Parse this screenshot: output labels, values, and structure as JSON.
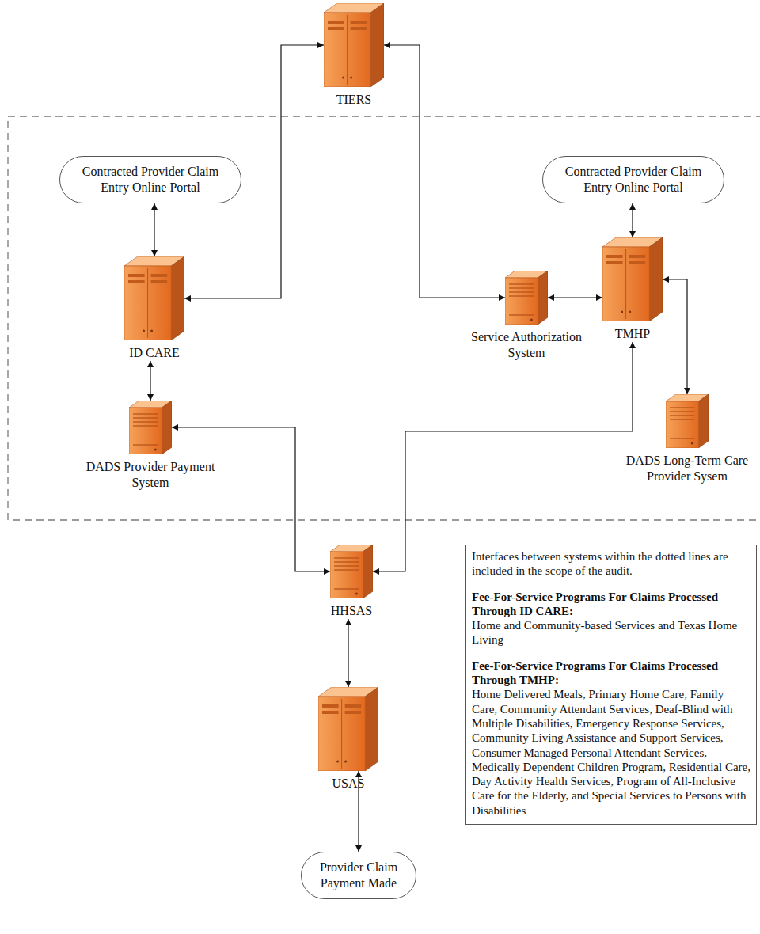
{
  "diagram": {
    "nodes": [
      {
        "text": [
          "TIERS"
        ]
      },
      {
        "text": [
          "Contracted Provider Claim Entry Online Portal"
        ]
      },
      {
        "text": [
          "Contracted Provider Claim Entry Online Portal"
        ]
      },
      {
        "text": [
          "ID CARE"
        ]
      },
      {
        "text": [
          "Service Authorization System"
        ]
      },
      {
        "text": [
          "TMHP"
        ]
      },
      {
        "text": [
          "DADS Provider Payment System"
        ]
      },
      {
        "text": [
          "DADS Long-Term Care Provider Sysem"
        ]
      },
      {
        "text": [
          "HHSAS"
        ]
      },
      {
        "text": [
          "USAS"
        ]
      },
      {
        "text": [
          "Provider Claim Payment Made"
        ]
      },
      {
        "text": [
          "Interfaces between systems within the dotted lines are included in the scope of the audit.",
          "Fee-For-Service Programs For Claims Processed Through ID CARE:",
          "Home and Community-based Services and Texas Home Living",
          "Fee-For-Service Programs For Claims Processed Through TMHP:",
          "Home Delivered Meals, Primary Home Care, Family Care, Community Attendant Services, Deaf-Blind with Multiple Disabilities, Emergency Response Services, Community Living Assistance and Support Services, Consumer Managed Personal Attendant Services, Medically Dependent Children Program, Residential Care, Day Activity Health Services, Program of All-Inclusive Care for the Elderly, and Special Services to Persons with Disabilities"
        ]
      }
    ],
    "edges": [
      {
        "from": 3,
        "to": 0,
        "arrow": "both"
      },
      {
        "from": 4,
        "to": 0,
        "arrow": "both"
      },
      {
        "from": 1,
        "to": 3,
        "arrow": "both"
      },
      {
        "from": 2,
        "to": 5,
        "arrow": "both"
      },
      {
        "from": 4,
        "to": 5,
        "arrow": "both"
      },
      {
        "from": 5,
        "to": 7,
        "arrow": "both"
      },
      {
        "from": 3,
        "to": 6,
        "arrow": "both"
      },
      {
        "from": 6,
        "to": 8,
        "arrow": "both"
      },
      {
        "from": 8,
        "to": 5,
        "arrow": "both"
      },
      {
        "from": 8,
        "to": 9,
        "arrow": "both"
      },
      {
        "from": 9,
        "to": 10,
        "arrow": "both"
      }
    ]
  }
}
